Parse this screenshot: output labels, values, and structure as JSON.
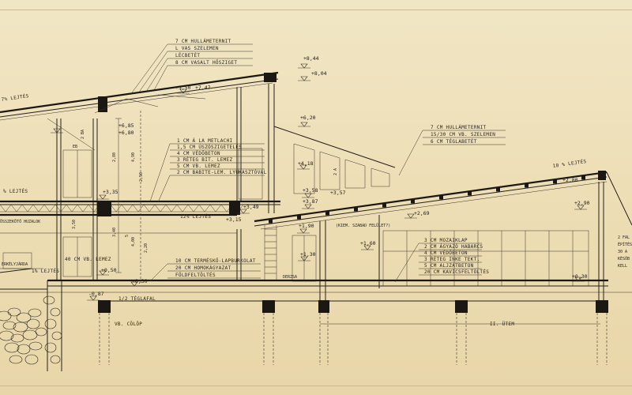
{
  "drawing": {
    "levels": {
      "roof_peak_a": "+8,44",
      "roof_peak_b": "+8,04",
      "roof_left_a": "+5,50",
      "roof_left_b": "+7,47",
      "roof_slope_left": "7% LEJTÉS",
      "roof_slope_right": "10 % LEJTÉS",
      "slope_mid_upper": "12% LEJTÉS",
      "slope_left_mid": "% LEJTÉS",
      "slope_ground": "1% LEJTÉS",
      "lvl_620": "+6,20",
      "lvl_685": "+6,85",
      "lvl_680": "+6,80",
      "lvl_418": "+4,18",
      "lvl_358": "+3,58",
      "lvl_357": "+3,57",
      "lvl_335": "+3,35",
      "lvl_387": "+3,87",
      "lvl_349": "+3,49",
      "lvl_315": "+3,15",
      "lvl_269": "+2,69",
      "lvl_290": "+2,90",
      "lvl_280": "+2,80",
      "lvl_190": "+1,90",
      "lvl_160": "+1,60",
      "lvl_130": "+1,30",
      "lvl_050": "+0,50",
      "lvl_030": "+0,30",
      "lvl_030r": "+0,30",
      "lvl_minus": "-0,87"
    },
    "legend_roof_left": [
      "7 CM HULLÁMETERNIT",
      "L VAS SZELEMEN",
      "LÉCBETÉT",
      "8 CM VASALT HŐSZIGET"
    ],
    "legend_floor_upper": [
      "1 CM Á LA METLACHI",
      "1,5 CM ÚSZÓSZIGETELÉS",
      "4 CM VÉDŐBETON",
      "3 RÉTEG BIT. LEMEZ",
      "5 CM VB. LEMEZ",
      "2 CM BABITE-LEM. LYUKASZTÓVAL"
    ],
    "legend_roof_right": [
      "7 CM HULLÁMETERNIT",
      "15/30 CM VB. SZELEMEN",
      "6 CM TÉGLABETÉT"
    ],
    "legend_ground": [
      "10 CM TERMÉSKŐ-LAPBURKOLAT",
      "20 CM HOMOKÁGYAZAT",
      "FÖLDFELTÖLTÉS"
    ],
    "legend_floor_right": [
      "3 CM MOZAIKLAP",
      "2 CM ÁGYAZÓ HABARCS",
      "4 CM VÉDŐBETON",
      "3 RÉTEG INKE TEKT.",
      "5 CM ALJZATBETON",
      "20 CM KAVICSFELTÖLTÉS"
    ],
    "labels": {
      "vb_lemez": "40 CM VB. LEMEZ",
      "vb_colop": "VB. CÖLÖP",
      "tégla": "1/2 TÉGLAFAL",
      "fedett": "(KIEM. SZABAD FELÜLET?)",
      "etap": "II. ÜTEM",
      "osszekoto": "ÖSSZEKÖTŐ HUZALOK",
      "erkely": "ERKÉLYJÁRDA",
      "derzsa": "DERZSA",
      "right_note": [
        "2 FAL",
        "ÉPÍTÉS",
        "30 A",
        "KÉSŐB",
        "KELL"
      ],
      "dim_490": "4,90",
      "dim_400": "4,00",
      "dim_280": "2,80",
      "dim_340": "3,40",
      "dim_250": "2,50",
      "dim_2ba": "2 BA",
      "dim_5": "5",
      "dim_2a": "2 A",
      "dim_350": "3,50",
      "dim_220": "2,20",
      "left_label": "EB"
    }
  }
}
